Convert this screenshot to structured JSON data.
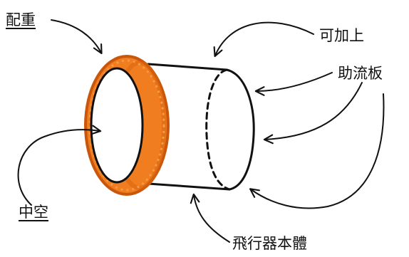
{
  "labels": {
    "counterweight": "配重",
    "hollow": "中空",
    "addable_top": "可加上",
    "flow_plate": "助流板",
    "aircraft_body": "飛行器本體"
  },
  "colors": {
    "ring": "#f07d1f",
    "ring_dark": "#c9560a",
    "outline": "#111111",
    "background": "#ffffff"
  }
}
